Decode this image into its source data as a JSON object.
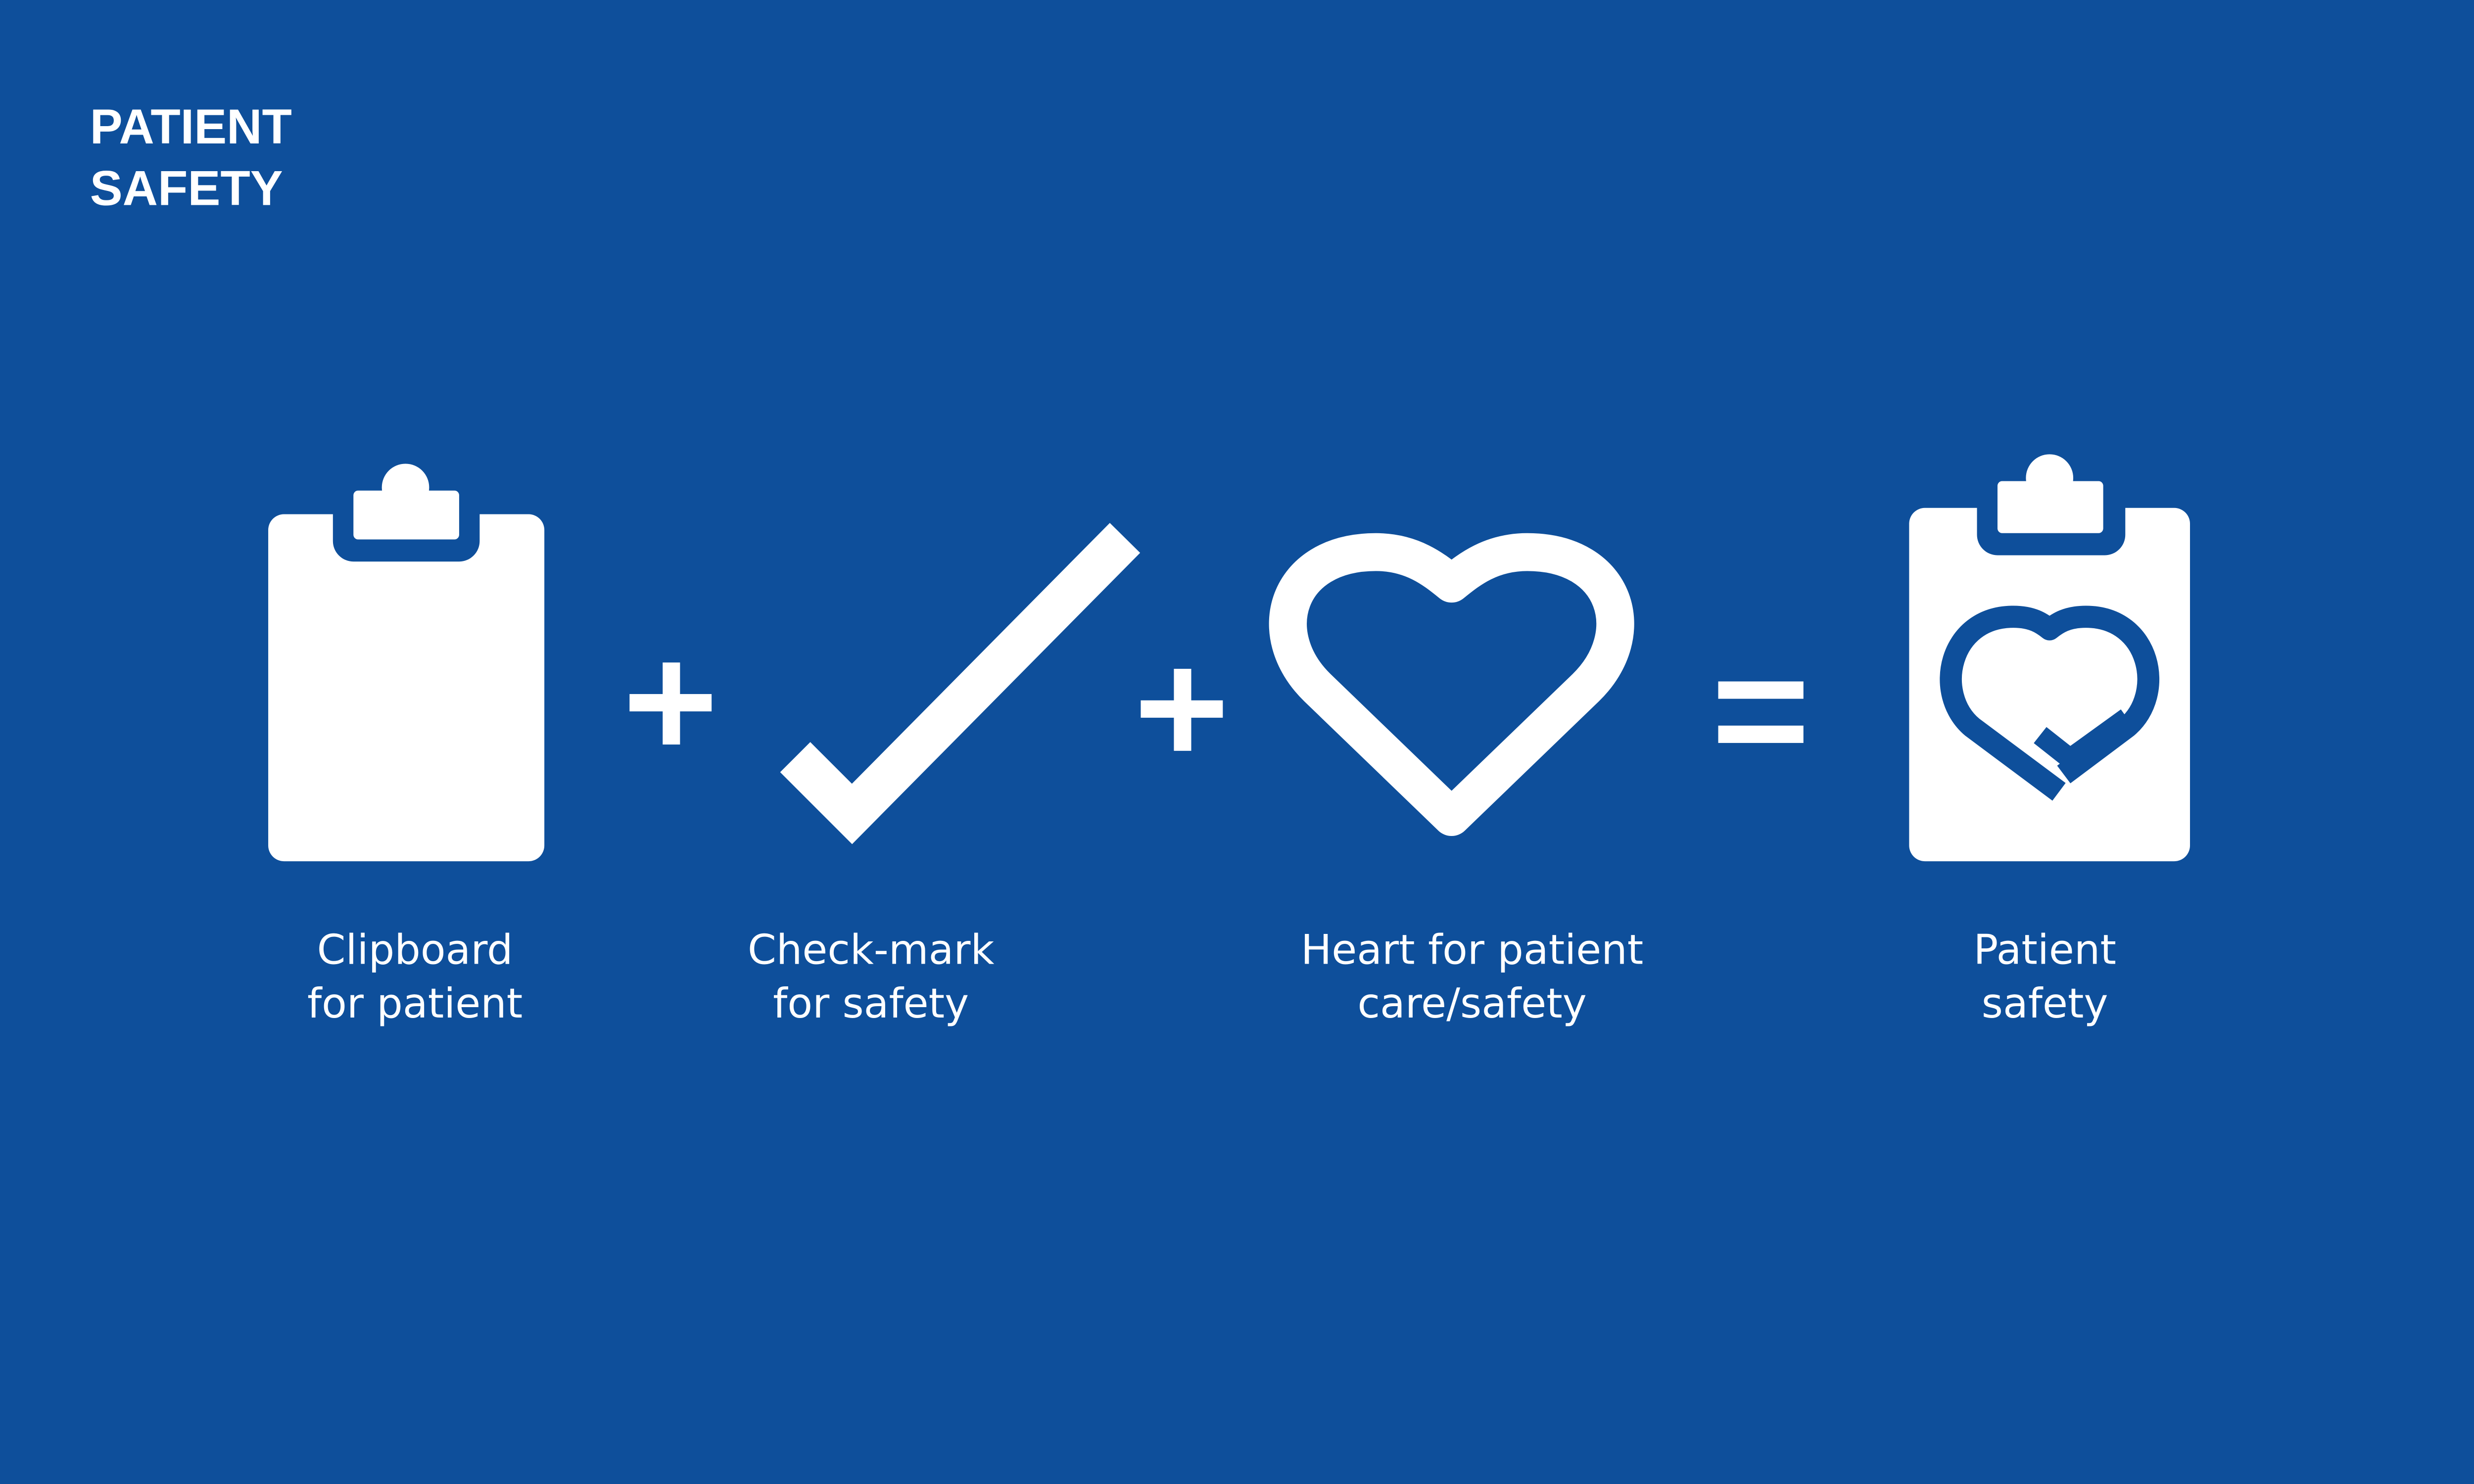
{
  "colors": {
    "background": "#0e4f9b",
    "foreground": "#ffffff"
  },
  "title": {
    "line1": "PATIENT",
    "line2": "SAFETY"
  },
  "items": [
    {
      "icon": "clipboard-icon",
      "label_line1": "Clipboard",
      "label_line2": "for patient"
    },
    {
      "icon": "checkmark-icon",
      "label_line1": "Check-mark",
      "label_line2": "for safety"
    },
    {
      "icon": "heart-icon",
      "label_line1": "Heart for patient",
      "label_line2": "care/safety"
    },
    {
      "icon": "clipboard-heart-check-icon",
      "label_line1": "Patient",
      "label_line2": "safety"
    }
  ],
  "operators": [
    "+",
    "+",
    "="
  ]
}
